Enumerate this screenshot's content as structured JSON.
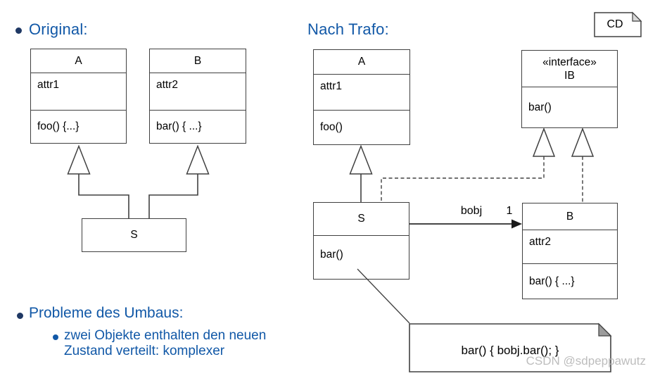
{
  "slide": {
    "heading_original": "Original:",
    "heading_trafo": "Nach Trafo:",
    "cd_tag": "CD",
    "problems_heading": "Probleme des Umbaus:",
    "problems_line1": "zwei Objekte enthalten den neuen",
    "problems_line2": "Zustand verteilt: komplexer",
    "watermark": "CSDN @sdpeppawutz"
  },
  "original_diagram": {
    "class_a": {
      "name": "A",
      "attribute": "attr1",
      "method": "foo() {...}"
    },
    "class_b": {
      "name": "B",
      "attribute": "attr2",
      "method": "bar() { ...}"
    },
    "class_s": {
      "name": "S"
    }
  },
  "trafo_diagram": {
    "class_a": {
      "name": "A",
      "attribute": "attr1",
      "method": "foo()"
    },
    "interface_ib": {
      "stereotype": "«interface»",
      "name": "IB",
      "method": "bar()"
    },
    "class_s": {
      "name": "S",
      "method": "bar()"
    },
    "class_b": {
      "name": "B",
      "attribute": "attr2",
      "method": "bar() { ...}"
    },
    "association": {
      "label": "bobj",
      "multiplicity": "1"
    },
    "note_text": "bar() { bobj.bar(); }"
  },
  "colors": {
    "heading_blue": "#1158A7",
    "bullet_navy": "#1F3864",
    "line_gray": "#404040",
    "watermark_gray": "#BDBDBD"
  }
}
